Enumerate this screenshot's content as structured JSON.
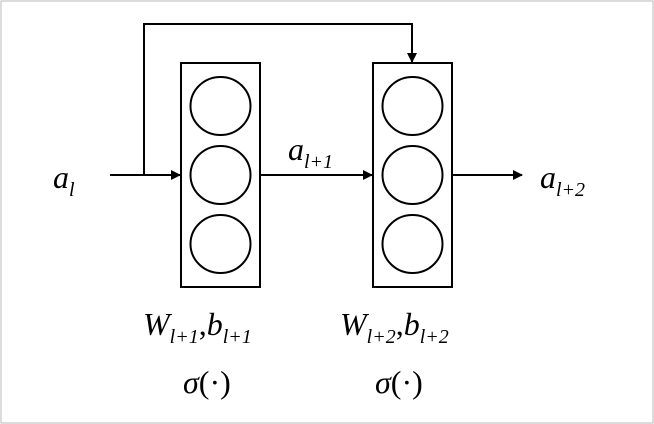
{
  "input_label": {
    "base": "a",
    "sub": "l"
  },
  "middle_label": {
    "base": "a",
    "sub": "l+1"
  },
  "output_label": {
    "base": "a",
    "sub": "l+2"
  },
  "layer1": {
    "params": {
      "w": "W",
      "w_sub": "l+1",
      "sep": ",",
      "b": "b",
      "b_sub": "l+1"
    },
    "activation": {
      "sigma": "σ",
      "arg": "(·)"
    }
  },
  "layer2": {
    "params": {
      "w": "W",
      "w_sub": "l+2",
      "sep": ",",
      "b": "b",
      "b_sub": "l+2"
    },
    "activation": {
      "sigma": "σ",
      "arg": "(·)"
    }
  }
}
